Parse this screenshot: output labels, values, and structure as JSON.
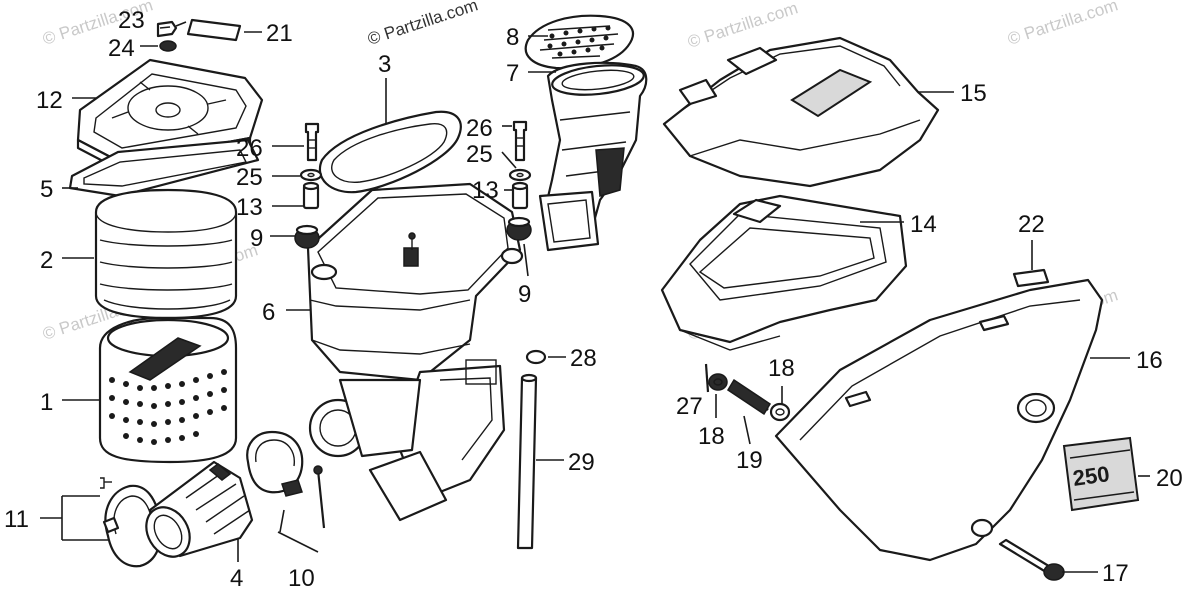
{
  "watermark": "© Partzilla.com",
  "decal_text": "250",
  "callouts": {
    "n1": "1",
    "n2": "2",
    "n3": "3",
    "n4": "4",
    "n5": "5",
    "n6": "6",
    "n7": "7",
    "n8": "8",
    "n9a": "9",
    "n9b": "9",
    "n10": "10",
    "n11": "11",
    "n12": "12",
    "n13a": "13",
    "n13b": "13",
    "n14": "14",
    "n15": "15",
    "n16": "16",
    "n17": "17",
    "n18a": "18",
    "n18b": "18",
    "n19": "19",
    "n20": "20",
    "n21": "21",
    "n22": "22",
    "n23": "23",
    "n24": "24",
    "n25a": "25",
    "n25b": "25",
    "n26a": "26",
    "n26b": "26",
    "n27": "27",
    "n28": "28",
    "n29": "29"
  }
}
